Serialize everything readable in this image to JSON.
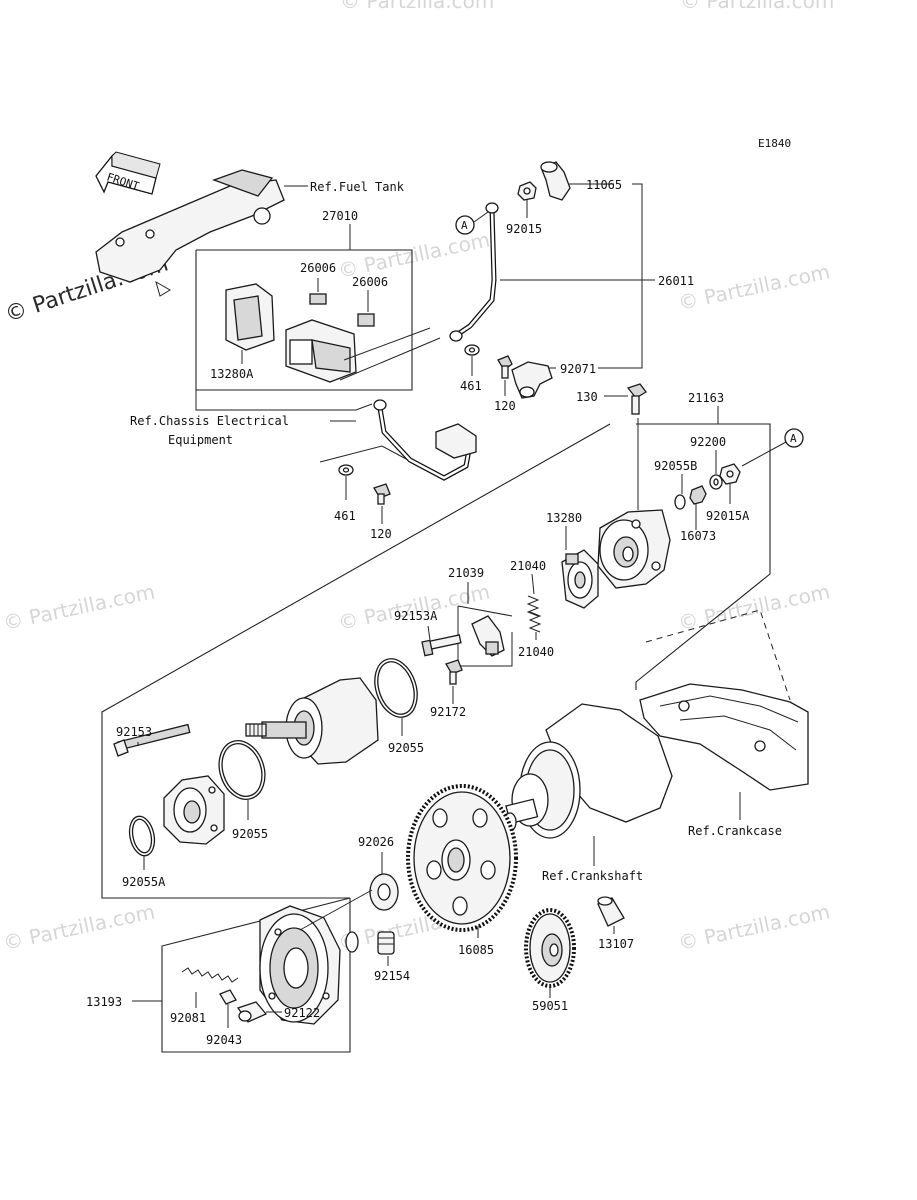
{
  "diagram": {
    "code": "E1840",
    "front_label": "FRONT",
    "watermark": "© Partzilla.com",
    "ref_labels": {
      "fuel_tank": "Ref.Fuel Tank",
      "chassis_line1": "Ref.Chassis Electrical",
      "chassis_line2": "Equipment",
      "crankcase": "Ref.Crankcase",
      "crankshaft": "Ref.Crankshaft"
    },
    "callouts": {
      "c27010": "27010",
      "c26006a": "26006",
      "c26006b": "26006",
      "c13280A": "13280A",
      "c11065": "11065",
      "c92015": "92015",
      "c26011": "26011",
      "c92071": "92071",
      "c461a": "461",
      "c120a": "120",
      "c130": "130",
      "c21163": "21163",
      "c92200": "92200",
      "c92055B": "92055B",
      "c92015A": "92015A",
      "c16073": "16073",
      "c461b": "461",
      "c120b": "120",
      "c13280": "13280",
      "c21039": "21039",
      "c21040a": "21040",
      "c21040b": "21040",
      "c92153A": "92153A",
      "c92172": "92172",
      "c92055a": "92055",
      "c92153": "92153",
      "c92055b": "92055",
      "c92055A": "92055A",
      "c92026": "92026",
      "c16085": "16085",
      "c13107": "13107",
      "c92154": "92154",
      "c59051": "59051",
      "c13193": "13193",
      "c92081": "92081",
      "c92122": "92122",
      "c92043": "92043"
    },
    "markers": {
      "a1": "A",
      "a2": "A"
    }
  }
}
